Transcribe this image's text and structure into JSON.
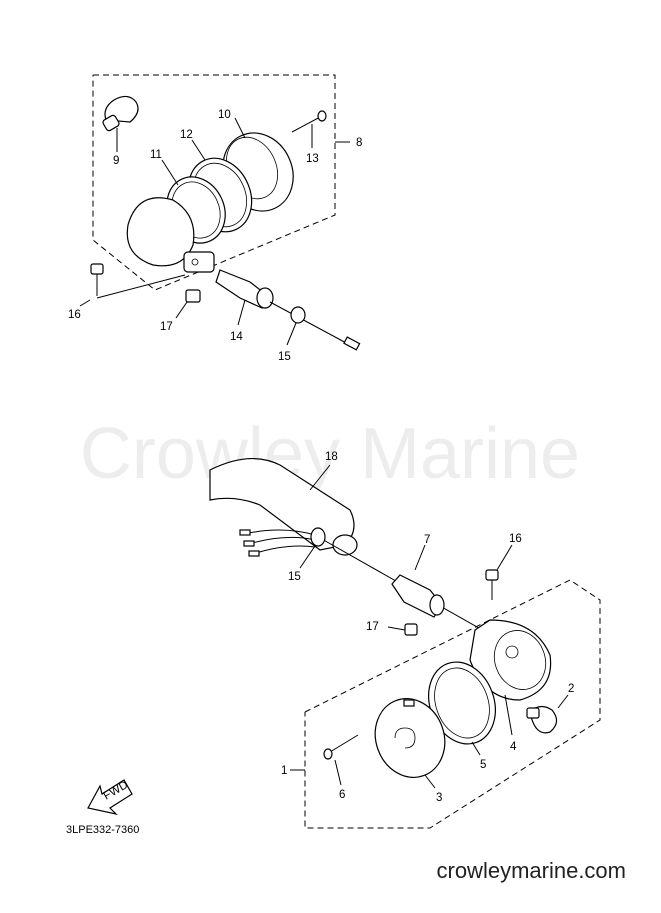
{
  "watermark": "Crowley Marine",
  "part_code": "3LPE332-7360",
  "site_url": "crowleymarine.com",
  "fwd_label": "FWD",
  "upper_assembly": {
    "labels": [
      "8",
      "9",
      "10",
      "11",
      "12",
      "13",
      "14",
      "15",
      "16",
      "17"
    ]
  },
  "lower_assembly": {
    "labels": [
      "1",
      "2",
      "3",
      "4",
      "5",
      "6",
      "7",
      "15",
      "16",
      "17",
      "18"
    ]
  }
}
